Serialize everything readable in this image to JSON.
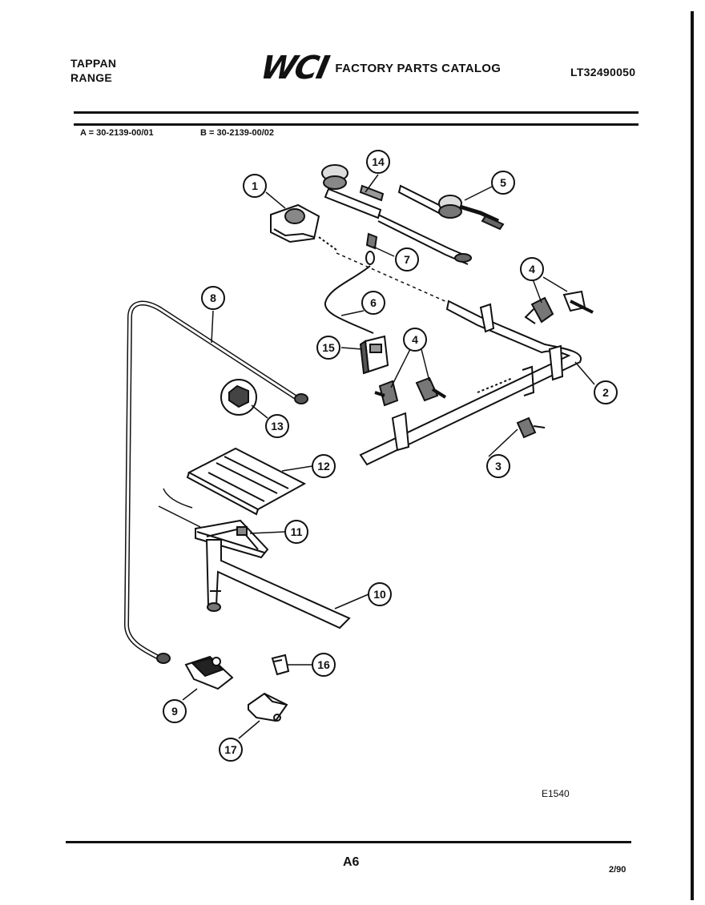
{
  "header": {
    "brand": "TAPPAN",
    "product": "RANGE",
    "logo_text": "WCI",
    "catalog_title": "FACTORY PARTS CATALOG",
    "model_number": "LT32490050"
  },
  "variants": {
    "a": "A = 30-2139-00/01",
    "b": "B = 30-2139-00/02"
  },
  "callouts": [
    "1",
    "2",
    "3",
    "4",
    "4",
    "5",
    "6",
    "7",
    "8",
    "9",
    "10",
    "11",
    "12",
    "13",
    "14",
    "15",
    "16",
    "17"
  ],
  "footer": {
    "figure_code": "E1540",
    "page": "A6",
    "date": "2/90"
  }
}
